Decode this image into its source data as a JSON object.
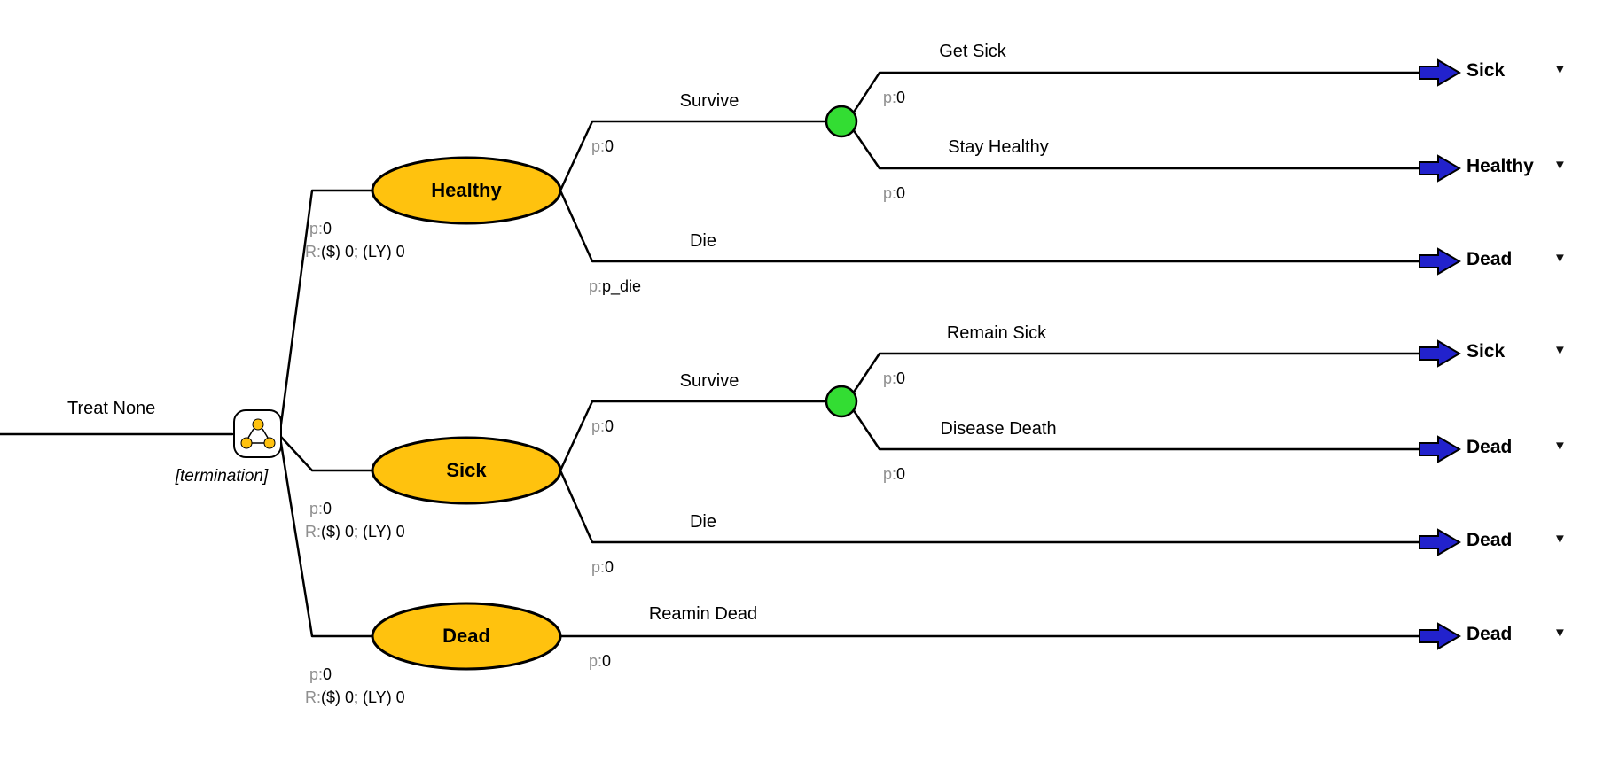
{
  "diagram": {
    "root": {
      "label": "Treat None",
      "node_type": "markov",
      "termination": "[termination]"
    },
    "prefixes": {
      "p": "p:",
      "r": "R:"
    },
    "icons": {
      "dropdown": "▼"
    },
    "colors": {
      "state_fill": "#FFC20E",
      "chance_fill": "#33DD33",
      "terminal_fill": "#2222CC",
      "line": "#000000",
      "prefix_gray": "#8f8f8f"
    },
    "states": [
      {
        "name": "Healthy",
        "p": "0",
        "reward": "($) 0; (LY) 0",
        "branches": [
          {
            "label": "Survive",
            "p": "0",
            "node": "chance",
            "branches": [
              {
                "label": "Get Sick",
                "p": "0",
                "terminal": "Sick"
              },
              {
                "label": "Stay Healthy",
                "p": "0",
                "terminal": "Healthy"
              }
            ]
          },
          {
            "label": "Die",
            "p": "p_die",
            "terminal": "Dead"
          }
        ]
      },
      {
        "name": "Sick",
        "p": "0",
        "reward": "($) 0; (LY) 0",
        "branches": [
          {
            "label": "Survive",
            "p": "0",
            "node": "chance",
            "branches": [
              {
                "label": "Remain Sick",
                "p": "0",
                "terminal": "Sick"
              },
              {
                "label": "Disease Death",
                "p": "0",
                "terminal": "Dead"
              }
            ]
          },
          {
            "label": "Die",
            "p": "0",
            "terminal": "Dead"
          }
        ]
      },
      {
        "name": "Dead",
        "p": "0",
        "reward": "($) 0; (LY) 0",
        "branches": [
          {
            "label": "Reamin Dead",
            "p": "0",
            "terminal": "Dead"
          }
        ]
      }
    ]
  }
}
